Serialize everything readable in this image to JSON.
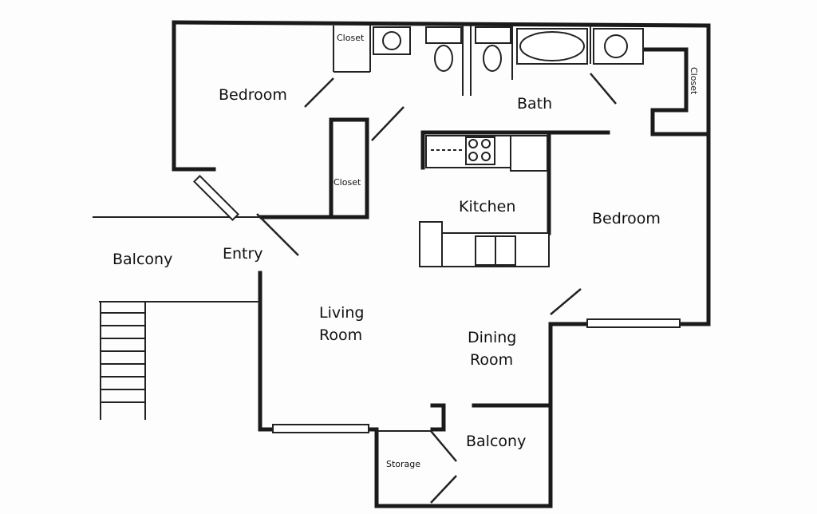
{
  "rooms": {
    "bedroom_left": "Bedroom",
    "closet_top": "Closet",
    "bath": "Bath",
    "closet_right": "Closet",
    "closet_middle": "Closet",
    "kitchen": "Kitchen",
    "bedroom_right": "Bedroom",
    "balcony_left": "Balcony",
    "entry": "Entry",
    "living_line1": "Living",
    "living_line2": "Room",
    "dining_line1": "Dining",
    "dining_line2": "Room",
    "storage": "Storage",
    "balcony_bottom": "Balcony"
  }
}
